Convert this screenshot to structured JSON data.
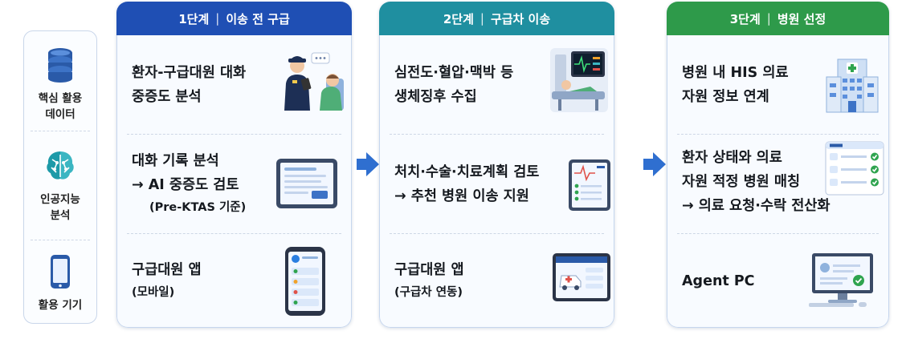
{
  "legend": {
    "items": [
      {
        "label_lines": [
          "핵심 활용",
          "데이터"
        ],
        "icon": "database-icon"
      },
      {
        "label_lines": [
          "인공지능",
          "분석"
        ],
        "icon": "ai-brain-icon"
      },
      {
        "label_lines": [
          "활용 기기"
        ],
        "icon": "smartphone-icon"
      }
    ]
  },
  "stages": [
    {
      "step": "1단계",
      "separator": "|",
      "title": "이송 전 구급",
      "color": "#1f4fb4",
      "rows": [
        {
          "lines": [
            "환자-구급대원 대화",
            "중증도 분석"
          ],
          "small": [],
          "icon": "paramedic-patient-icon"
        },
        {
          "lines": [
            "대화 기록 분석",
            "→ AI 중증도 검토"
          ],
          "small": [
            "(Pre-KTAS 기준)"
          ],
          "icon": "tablet-record-icon"
        },
        {
          "lines": [
            "구급대원 앱"
          ],
          "small": [
            "(모바일)"
          ],
          "icon": "mobile-app-icon"
        }
      ]
    },
    {
      "step": "2단계",
      "separator": "|",
      "title": "구급차 이송",
      "color": "#1f8fa0",
      "rows": [
        {
          "lines": [
            "심전도·혈압·맥박 등",
            "생체징후 수집"
          ],
          "small": [],
          "icon": "ambulance-monitor-icon"
        },
        {
          "lines": [
            "처치·수술·치료계획 검토",
            "→ 추천 병원 이송 지원"
          ],
          "small": [],
          "icon": "ecg-tablet-icon"
        },
        {
          "lines": [
            "구급대원 앱"
          ],
          "small": [
            "(구급차 연동)"
          ],
          "icon": "ambulance-tablet-icon"
        }
      ]
    },
    {
      "step": "3단계",
      "separator": "|",
      "title": "병원 선정",
      "color": "#2e9a4a",
      "rows": [
        {
          "lines": [
            "병원 내 HIS 의료",
            "자원 정보 연계"
          ],
          "small": [],
          "icon": "hospital-building-icon"
        },
        {
          "lines": [
            "환자 상태와 의료",
            "자원 적정 병원 매칭",
            "→ 의료 요청·수락 전산화"
          ],
          "small": [],
          "icon": "checklist-icon"
        },
        {
          "lines": [
            "Agent PC"
          ],
          "small": [],
          "icon": "desktop-pc-icon"
        }
      ]
    }
  ],
  "colors": {
    "arrow": "#2f6fd0",
    "legend_icon": "#2a5aa8",
    "ai_icon": "#1d9aa8",
    "check": "#2fa44f"
  }
}
